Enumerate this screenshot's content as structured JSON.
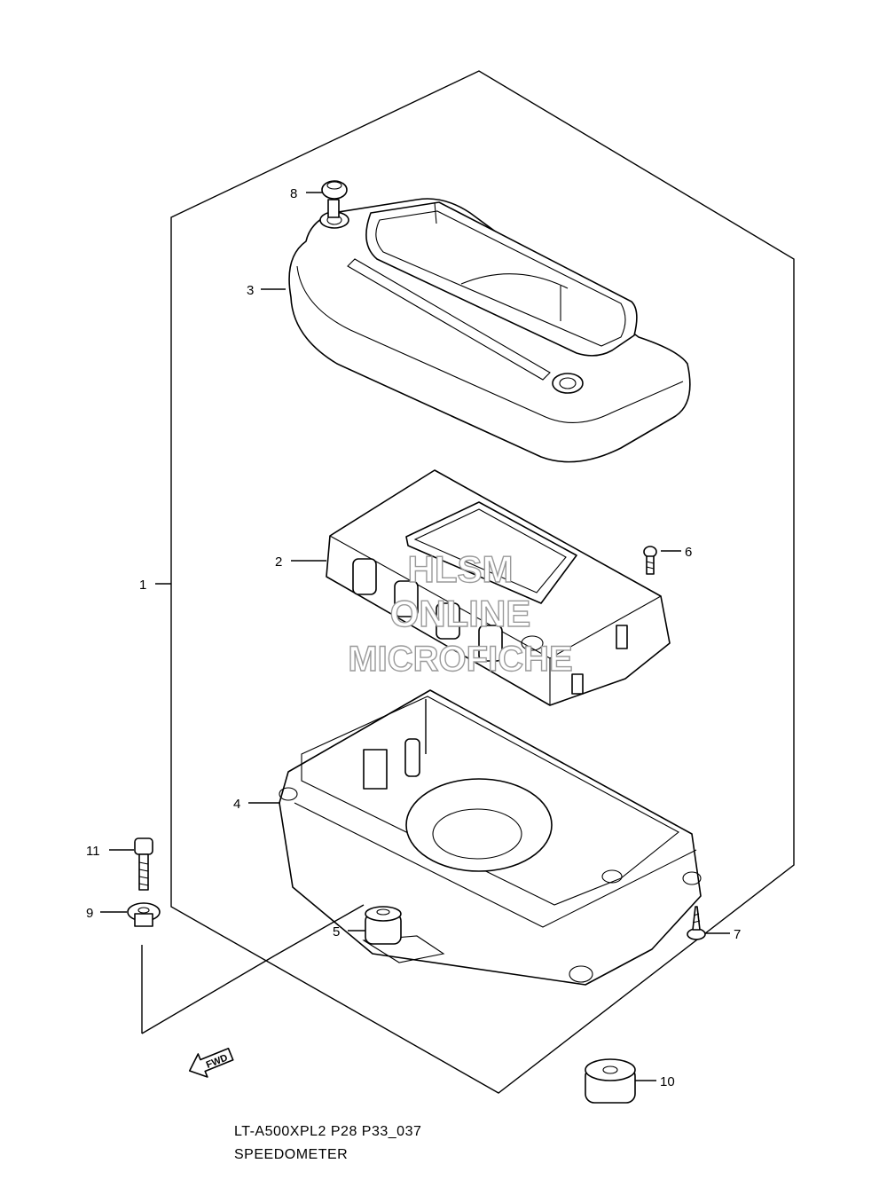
{
  "diagram": {
    "callouts": {
      "c1": "1",
      "c2": "2",
      "c3": "3",
      "c4": "4",
      "c5": "5",
      "c6": "6",
      "c7": "7",
      "c8": "8",
      "c9": "9",
      "c10": "10",
      "c11": "11"
    },
    "watermark": {
      "line1": "HLSM",
      "line2": "ONLINE",
      "line3": "MICROFICHE"
    },
    "fwd_arrow_text": "FWD"
  },
  "caption": {
    "code": "LT-A500XPL2 P28 P33_037",
    "title": "SPEEDOMETER"
  }
}
